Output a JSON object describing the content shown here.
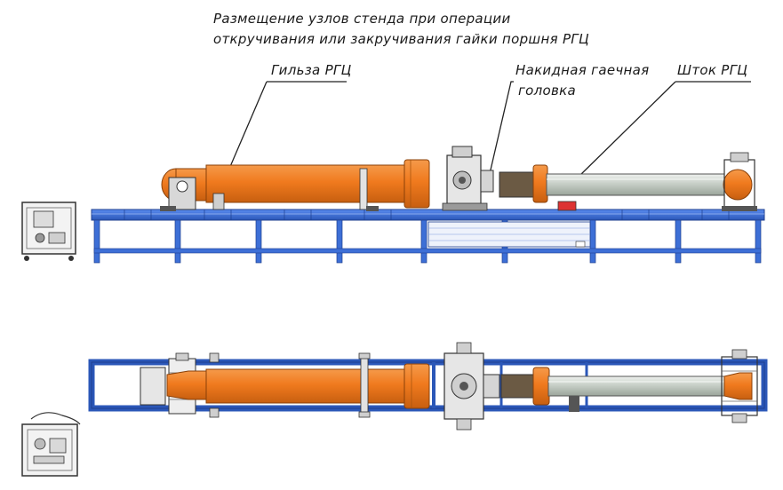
{
  "title": {
    "line1": "Размещение узлов стенда при операции",
    "line2": "откручивания или закручивания гайки поршня РГЦ"
  },
  "labels": {
    "sleeve": "Гильза РГЦ",
    "socket_line1": "Накидная гаечная",
    "socket_line2": "головка",
    "rod": "Шток РГЦ"
  },
  "colors": {
    "frame": "#3d6fd6",
    "frame_dark": "#1f3f8f",
    "cylinder": "#f07a1e",
    "cylinder_dark": "#b8520c",
    "rod": "#c9cfc9",
    "line": "#222222"
  }
}
